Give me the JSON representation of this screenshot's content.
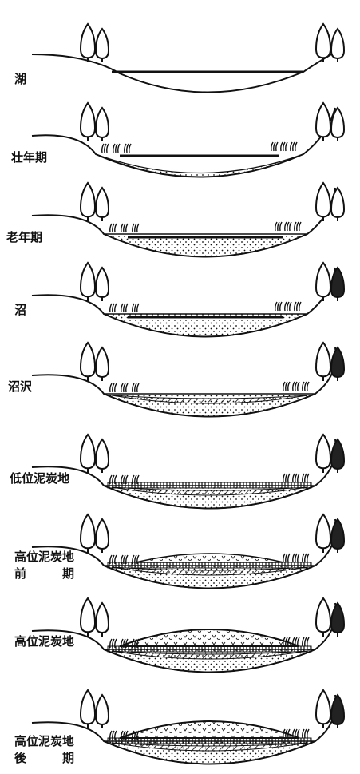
{
  "stages": [
    {
      "label": "湖"
    },
    {
      "label": "壮年期"
    },
    {
      "label": "老年期"
    },
    {
      "label": "沼"
    },
    {
      "label": "沼沢"
    },
    {
      "label": "低位泥炭地"
    },
    {
      "label": "高位泥炭地",
      "sublabel_left": "前",
      "sublabel_right": "期"
    },
    {
      "label": "高位泥炭地"
    },
    {
      "label": "高位泥炭地",
      "sublabel_left": "後",
      "sublabel_right": "期"
    }
  ]
}
